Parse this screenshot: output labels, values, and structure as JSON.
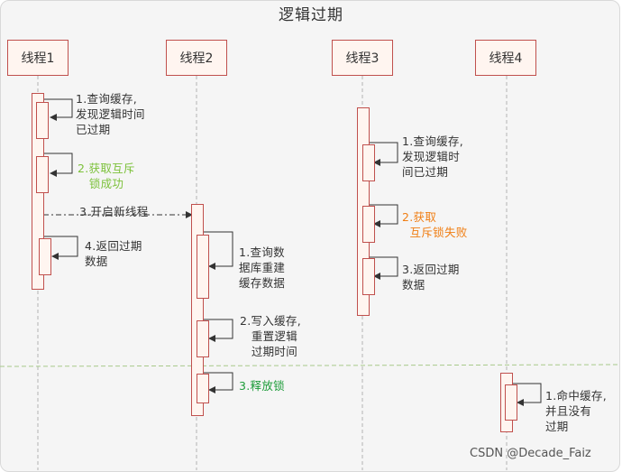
{
  "title": "逻辑过期",
  "threads": [
    {
      "id": "t1",
      "label": "线程1"
    },
    {
      "id": "t2",
      "label": "线程2"
    },
    {
      "id": "t3",
      "label": "线程3"
    },
    {
      "id": "t4",
      "label": "线程4"
    }
  ],
  "notes": {
    "t1_step1": "1.查询缓存,\n发现逻辑时间\n已过期",
    "t1_step2": "2.获取互斥\n   锁成功",
    "t1_step3": "3.开启新线程",
    "t1_step4": "4.返回过期\n数据",
    "t2_step1": "1.查询数\n据库重建\n缓存数据",
    "t2_step2": "2.写入缓存,\n   重置逻辑\n   过期时间",
    "t2_step3": "3.释放锁",
    "t3_step1": "1.查询缓存,\n发现逻辑时\n间已过期",
    "t3_step2": "2.获取\n  互斥锁失败",
    "t3_step3": "3.返回过期\n数据",
    "t4_step1": "1.命中缓存,\n并且没有\n过期"
  },
  "colors": {
    "box_border": "#c0504d",
    "box_fill": "#fff5f0",
    "success_green": "#7cc13a",
    "fail_orange": "#f07e14",
    "release_green": "#1e9c3a",
    "divider": "#a8c98a"
  },
  "watermark": "CSDN @Decade_Faiz"
}
